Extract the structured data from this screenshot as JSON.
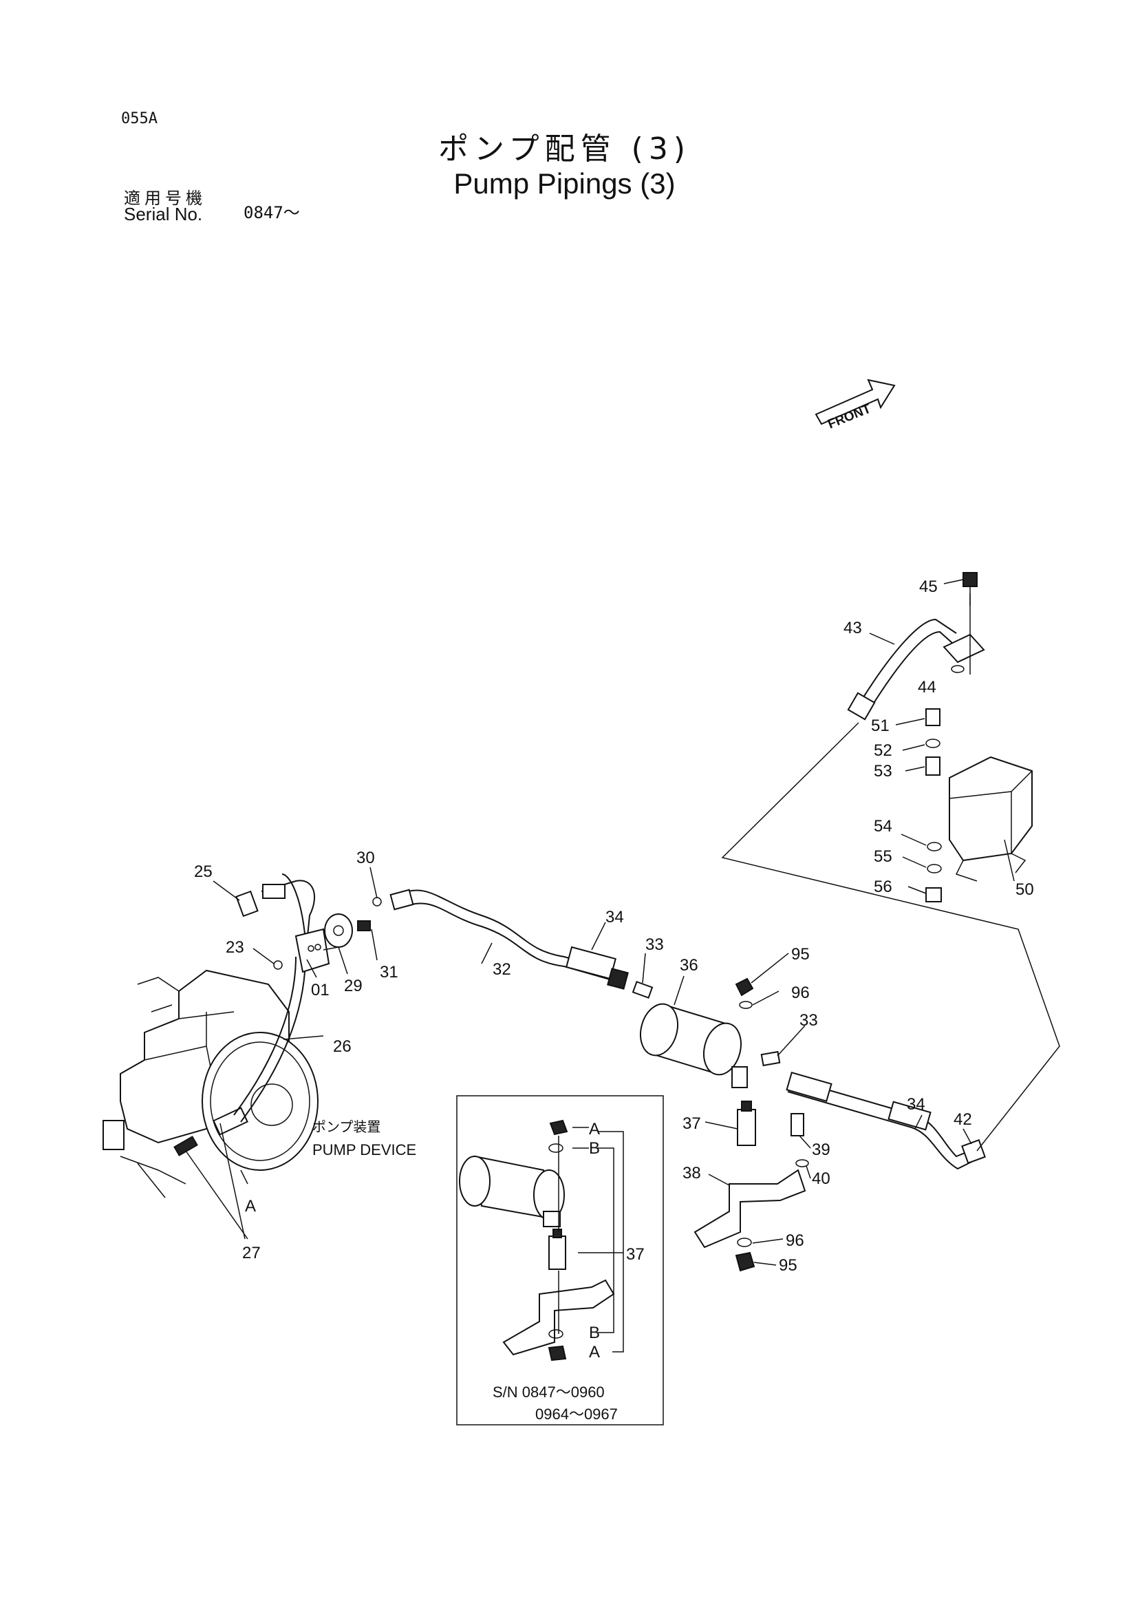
{
  "header": {
    "page_code": "055A",
    "title_jp": "ポンプ配管 (3)",
    "title_en": "Pump Pipings (3)",
    "serial_label_jp": "適用号機",
    "serial_label_en": "Serial No.",
    "serial_value": "0847～"
  },
  "front_label": "FRONT",
  "pump_device": {
    "label_jp": "ポンプ装置",
    "label_en": "PUMP DEVICE"
  },
  "callouts": {
    "c25": "25",
    "c23": "23",
    "c01": "01",
    "c29": "29",
    "c30": "30",
    "c31": "31",
    "c26": "26",
    "c27": "27",
    "cA": "A",
    "c32": "32",
    "c34a": "34",
    "c33a": "33",
    "c36": "36",
    "c95a": "95",
    "c96a": "96",
    "c33b": "33",
    "c37": "37",
    "c38": "38",
    "c39": "39",
    "c40": "40",
    "c96b": "96",
    "c95b": "95",
    "c34b": "34",
    "c42": "42",
    "c43": "43",
    "c45": "45",
    "c44": "44",
    "c51": "51",
    "c52": "52",
    "c53": "53",
    "c54": "54",
    "c55": "55",
    "c56": "56",
    "c50": "50"
  },
  "inset": {
    "label_a_top": "A",
    "label_b_top": "B",
    "label_37": "37",
    "label_b_bottom": "B",
    "label_a_bottom": "A",
    "serial_line1": "S/N 0847～0960",
    "serial_line2": "0964～0967"
  }
}
